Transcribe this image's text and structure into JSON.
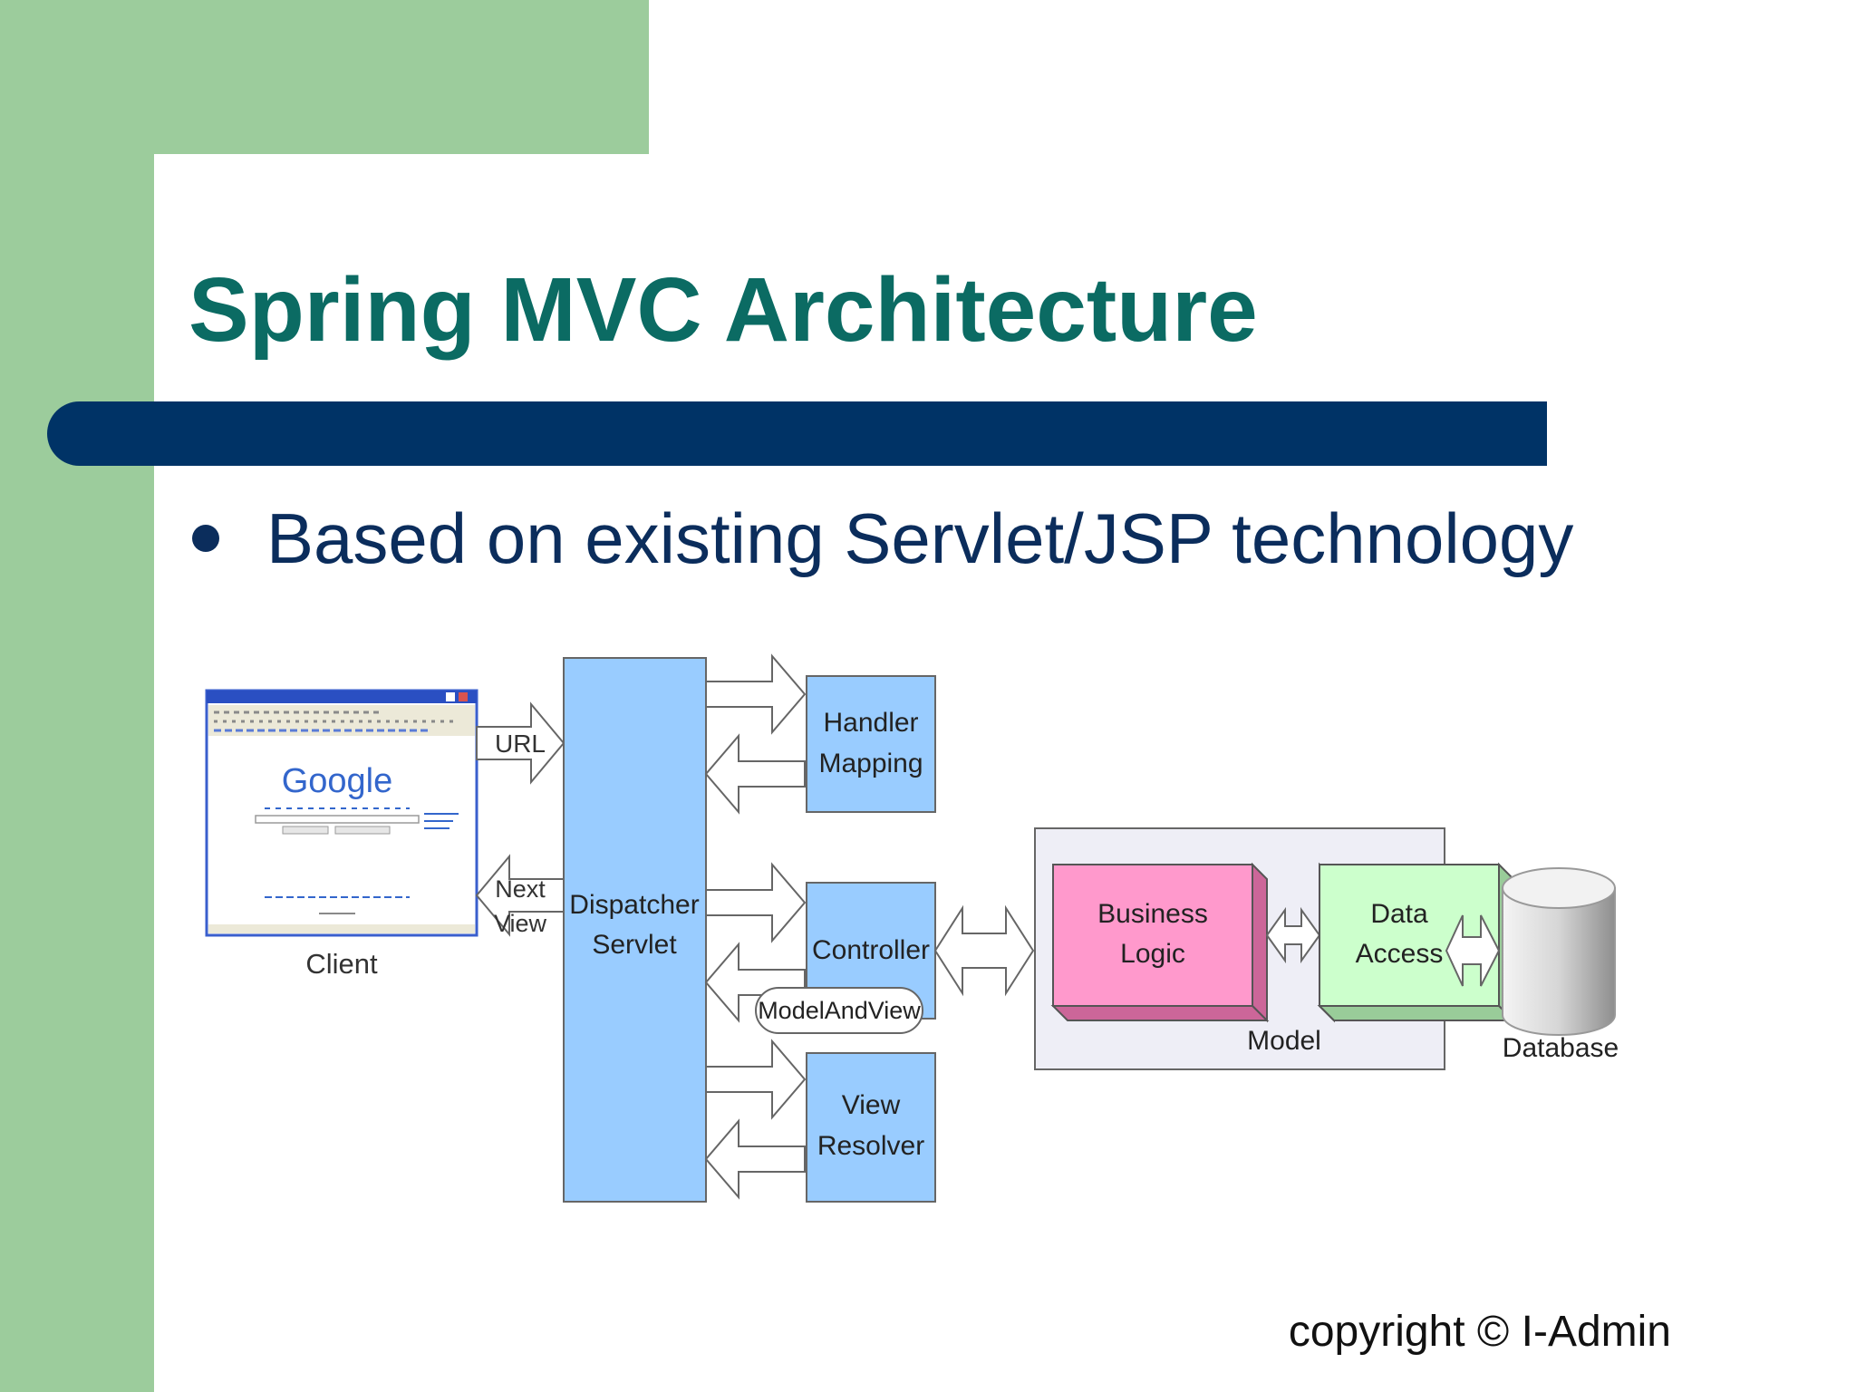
{
  "slide": {
    "title": "Spring MVC Architecture",
    "bullet": "Based on existing Servlet/JSP technology",
    "copyright": "copyright © I-Admin"
  },
  "diagram": {
    "client_label": "Client",
    "browser_logo": "Google",
    "url_label": "URL",
    "next_view_label": [
      "Next",
      "View"
    ],
    "dispatcher_label": [
      "Dispatcher",
      "Servlet"
    ],
    "handler_mapping_label": [
      "Handler",
      "Mapping"
    ],
    "controller_label": "Controller",
    "model_and_view_label": "ModelAndView",
    "view_resolver_label": [
      "View",
      "Resolver"
    ],
    "business_logic_label": [
      "Business",
      "Logic"
    ],
    "data_access_label": [
      "Data",
      "Access"
    ],
    "model_label": "Model",
    "database_label": "Database"
  },
  "colors": {
    "green": "#9ccc9c",
    "navy": "#003366",
    "title": "#0b6b63",
    "box_blue": "#99ccff",
    "business_pink": "#ff99cc",
    "data_green": "#ccffcc"
  }
}
